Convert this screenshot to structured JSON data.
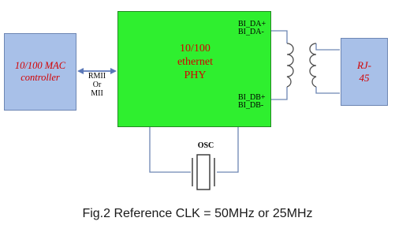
{
  "mac_controller": {
    "label": "10/100 MAC controller"
  },
  "phy": {
    "label": "10/100\nethernet\nPHY"
  },
  "pins": {
    "da_plus": "BI_DA+",
    "da_minus": "BI_DA-",
    "db_plus": "BI_DB+",
    "db_minus": "BI_DB-"
  },
  "bus": {
    "label": "RMII\nOr\nMII"
  },
  "rj45": {
    "label": "RJ-\n45"
  },
  "oscillator": {
    "label": "OSC"
  },
  "caption": "Fig.2 Reference CLK = 50MHz or 25MHz",
  "colors": {
    "phy_fill": "#2fef2f",
    "block_fill": "#a8c0e8",
    "label_red": "#d40000",
    "connector_blue": "#5b78b8"
  }
}
